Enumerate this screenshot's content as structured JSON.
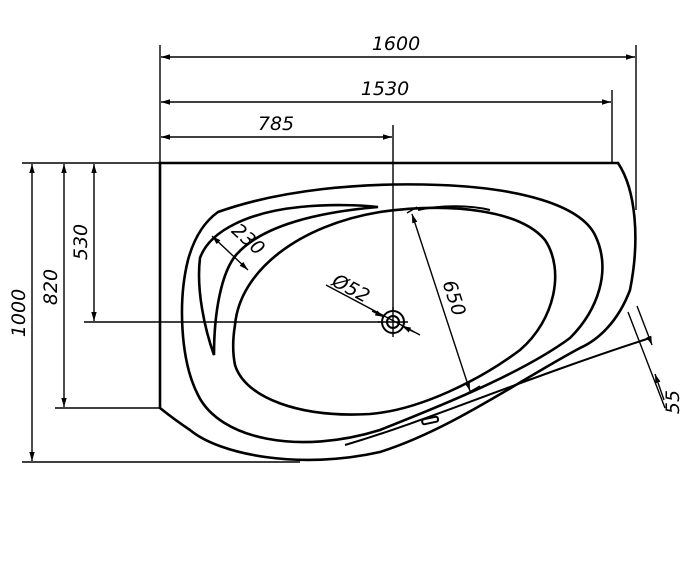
{
  "dimensions": {
    "overall_length": "1600",
    "inner_length": "1530",
    "drain_offset_x": "785",
    "overall_width": "1000",
    "side_width": "820",
    "drain_offset_y": "530",
    "armrest": "230",
    "drain_diameter": "Ø52",
    "basin_width": "650",
    "rim": "55"
  },
  "colors": {
    "line": "#000000",
    "background": "#ffffff"
  }
}
